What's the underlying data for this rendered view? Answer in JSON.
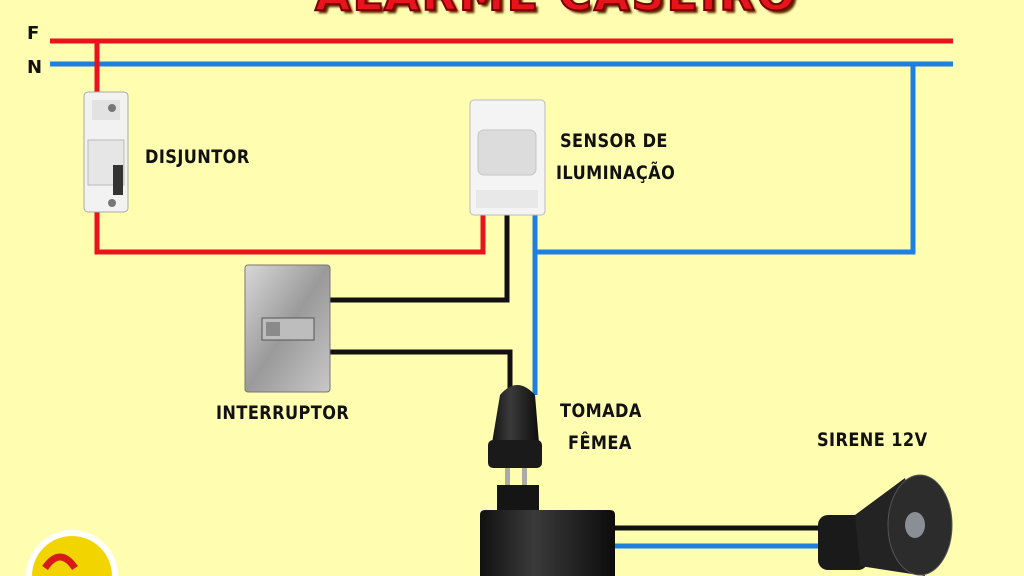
{
  "title": "ALARME CASEIRO",
  "lines": {
    "phase_label": "F",
    "neutral_label": "N"
  },
  "components": {
    "breaker": "DISJUNTOR",
    "sensor_line1": "SENSOR DE",
    "sensor_line2": "ILUMINAÇÃO",
    "switch": "INTERRUPTOR",
    "socket_line1": "TOMADA",
    "socket_line2": "FÊMEA",
    "siren": "SIRENE 12V"
  },
  "colors": {
    "phase": "#e8141c",
    "neutral": "#1f7fe0",
    "return": "#111111",
    "background": "#fffdb0"
  }
}
